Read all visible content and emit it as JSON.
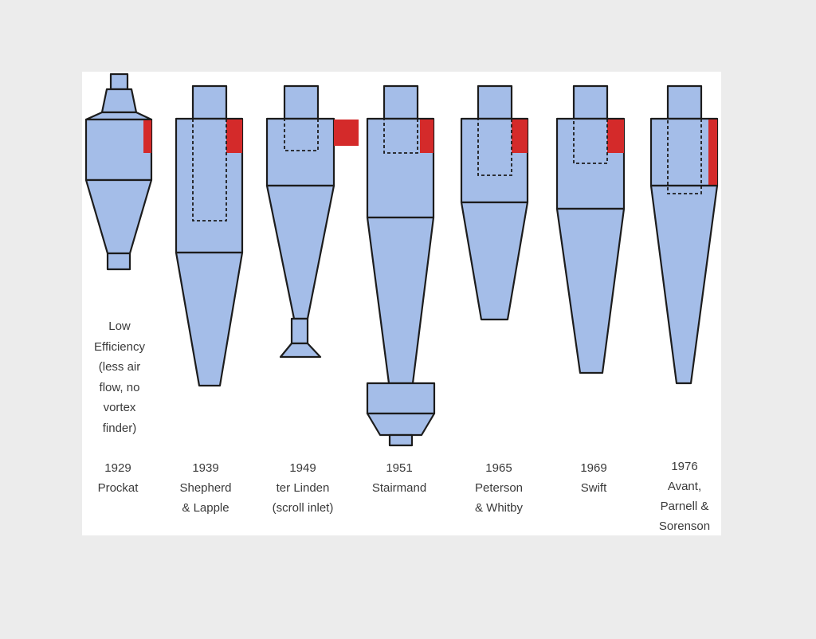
{
  "colors": {
    "body_fill": "#a4bde8",
    "inlet_fill": "#d42a2a",
    "outline": "#1c1c1c",
    "text": "#3a3a3a",
    "panel": "#ffffff",
    "background": "#ececec"
  },
  "note_lines": [
    "Low",
    "Efficiency",
    "(less air",
    "flow, no",
    "vortex",
    "finder)"
  ],
  "cyclones": [
    {
      "year": "1929",
      "name_lines": [
        "Prockat"
      ]
    },
    {
      "year": "1939",
      "name_lines": [
        "Shepherd",
        "& Lapple"
      ]
    },
    {
      "year": "1949",
      "name_lines": [
        "ter Linden",
        "(scroll inlet)"
      ]
    },
    {
      "year": "1951",
      "name_lines": [
        "Stairmand"
      ]
    },
    {
      "year": "1965",
      "name_lines": [
        "Peterson",
        "& Whitby"
      ]
    },
    {
      "year": "1969",
      "name_lines": [
        "Swift"
      ]
    },
    {
      "year": "1976",
      "name_lines": [
        "Avant,",
        "Parnell &",
        "Sorenson"
      ]
    }
  ]
}
